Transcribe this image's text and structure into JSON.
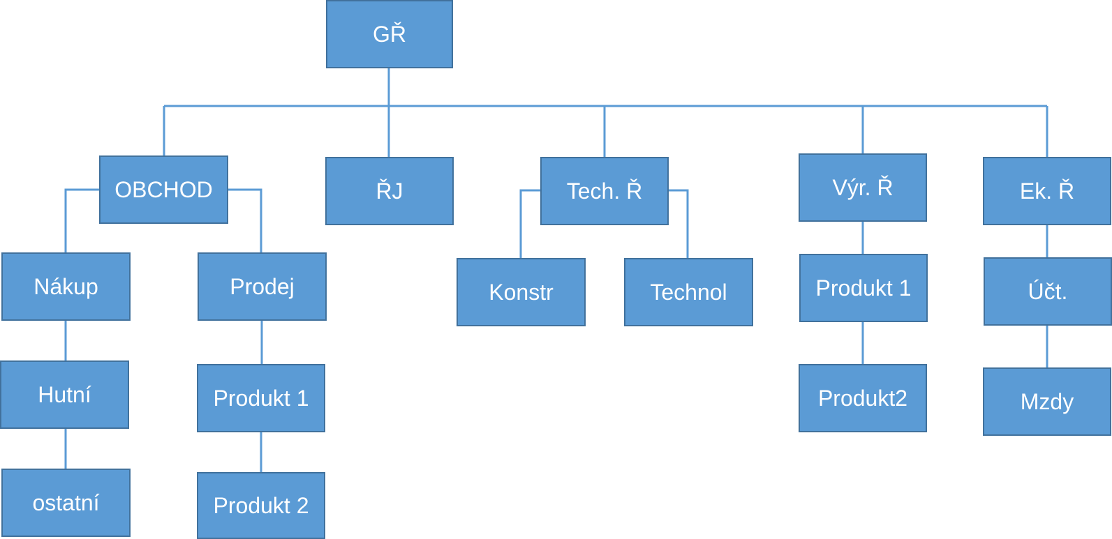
{
  "colors": {
    "box_fill": "#5b9bd5",
    "box_border": "#41719c",
    "connector": "#5b9bd5",
    "text": "#ffffff"
  },
  "nodes": {
    "gr": "GŘ",
    "obchod": "OBCHOD",
    "rj": "ŘJ",
    "tech": "Tech. Ř",
    "vyr": "Výr. Ř",
    "ek": "Ek. Ř",
    "nakup": "Nákup",
    "prodej": "Prodej",
    "hutni": "Hutní",
    "ostatni": "ostatní",
    "prodej_produkt1": "Produkt 1",
    "prodej_produkt2": "Produkt 2",
    "konstr": "Konstr",
    "technol": "Technol",
    "vyr_produkt1": "Produkt 1",
    "vyr_produkt2": "Produkt2",
    "uct": "Účt.",
    "mzdy": "Mzdy"
  }
}
